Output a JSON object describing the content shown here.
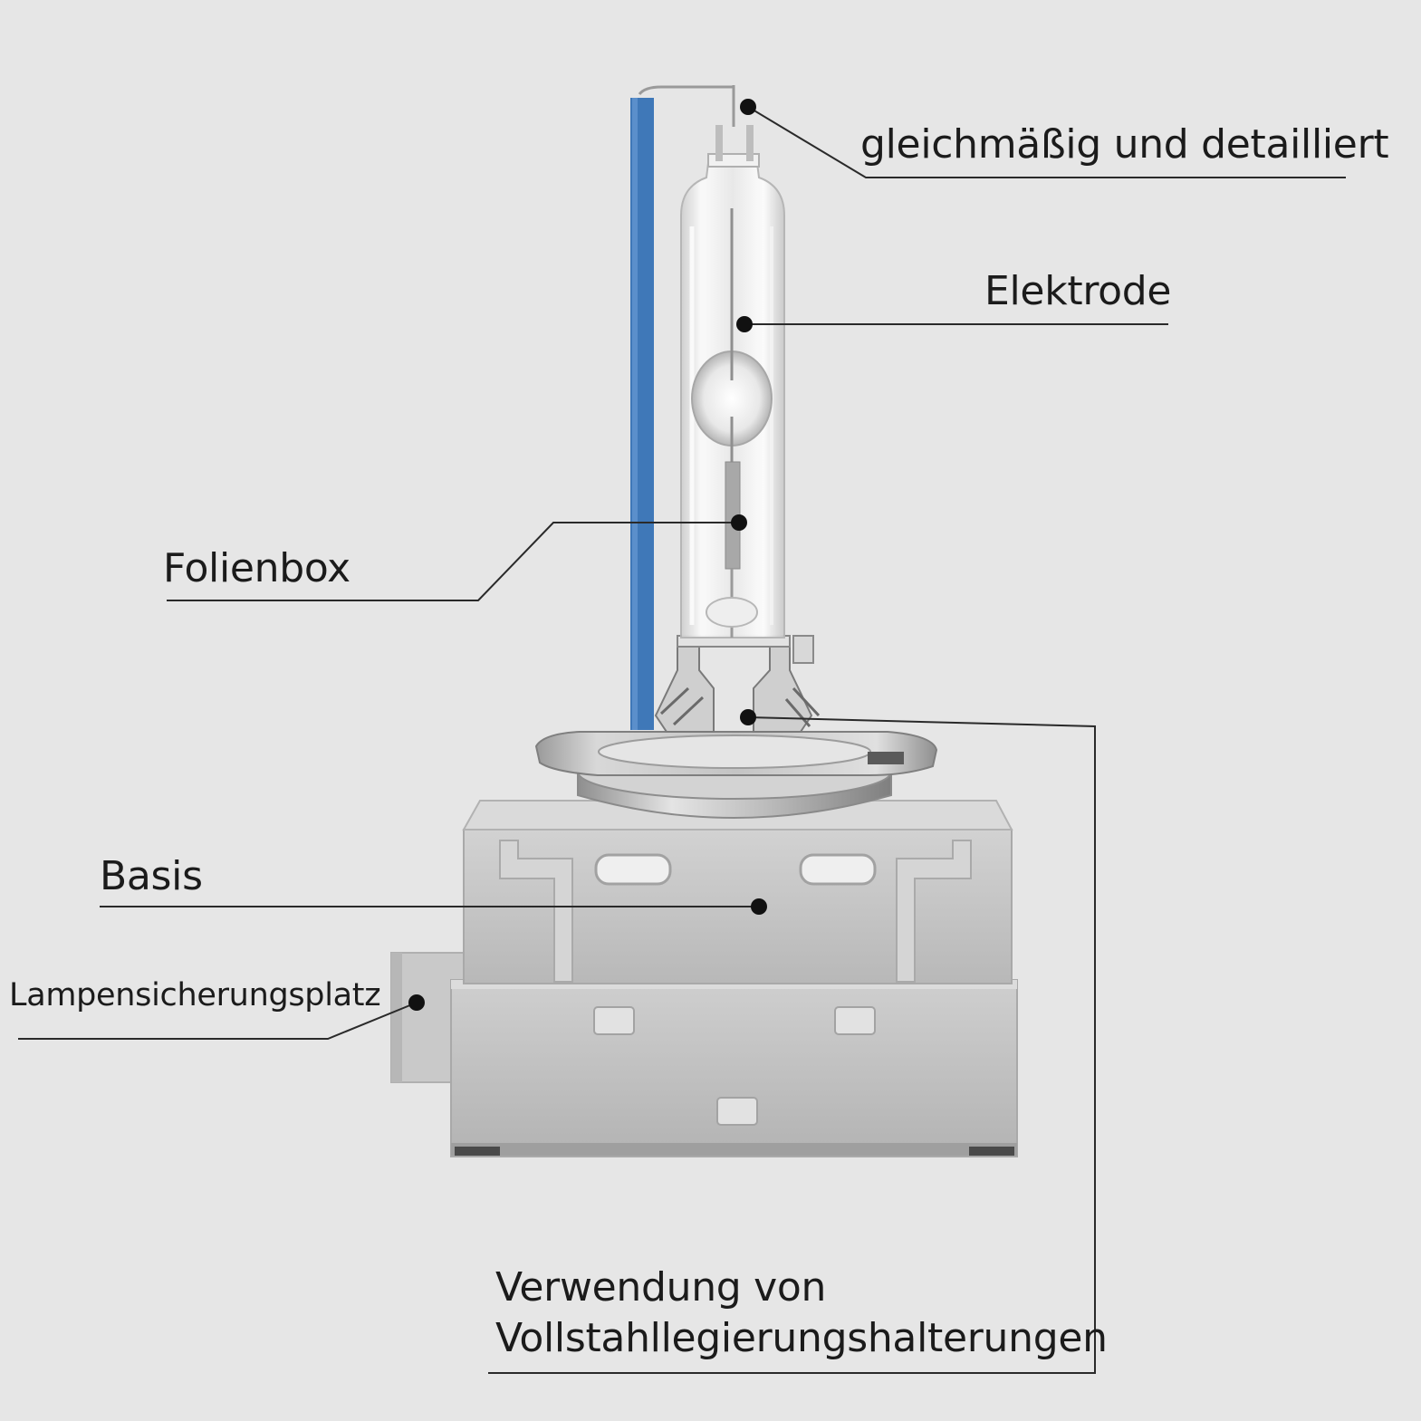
{
  "labels": {
    "uniform": "gleichmäßig und detailliert",
    "electrode": "Elektrode",
    "foil_box": "Folienbox",
    "base": "Basis",
    "lock_position": "Lampensicherungsplatz",
    "steel_line1": "Verwendung von",
    "steel_line2": "Vollstahllegierungshalterungen"
  },
  "colors": {
    "background": "#e6e6e6",
    "blue_wire": "#3f78b8",
    "leader_line": "#2a2a2a",
    "text": "#1b1b1b"
  }
}
